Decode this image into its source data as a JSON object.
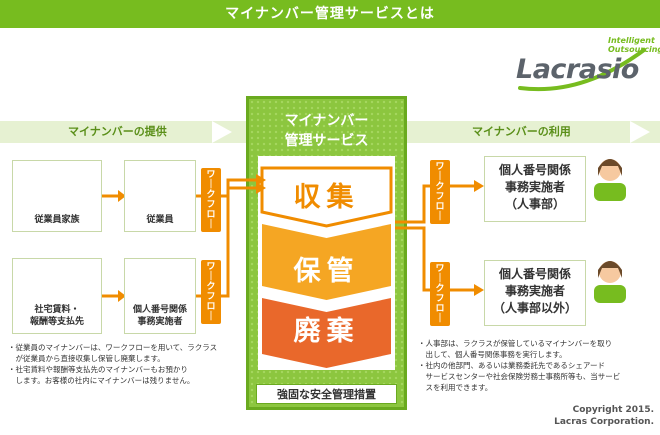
{
  "header": {
    "title": "マイナンバー管理サービスとは"
  },
  "logo": {
    "tagline_1": "Intelligent",
    "tagline_2": "Outsourcing",
    "word": "Lacrasio"
  },
  "bands": {
    "left_label": "マイナンバーの提供",
    "right_label": "マイナンバーの利用"
  },
  "center": {
    "title_line1": "マイナンバー",
    "title_line2": "管理サービス",
    "stages": [
      "収集",
      "保管",
      "廃棄"
    ],
    "footer": "強固な安全管理措置"
  },
  "workflow_label": "ワークフロー",
  "left": {
    "family": "従業員家族",
    "employee": "従業員",
    "payee_line1": "社宅賃料・",
    "payee_line2": "報酬等支払先",
    "handler_line1": "個人番号関係",
    "handler_line2": "事務実施者"
  },
  "right": {
    "box1": [
      "個人番号関係",
      "事務実施者",
      "（人事部）"
    ],
    "box2": [
      "個人番号関係",
      "事務実施者",
      "（人事部以外）"
    ]
  },
  "notes_left": [
    "・従業員のマイナンバーは、ワークフローを用いて、ラクラス",
    "　が従業員から直接収集し保管し廃棄します。",
    "・社宅賃料や報酬等支払先のマイナンバーもお預かり",
    "　します。お客様の社内にマイナンバーは残りません。"
  ],
  "notes_right": [
    "・人事部は、ラクラスが保管しているマイナンバーを取り",
    "　出して、個人番号関係事務を実行します。",
    "・社内の他部門、あるいは業務委託先であるシェアード",
    "　サービスセンターや社会保険労務士事務所等も、当サービ",
    "　スを利用できます。"
  ],
  "copyright": {
    "line1": "Copyright 2015.",
    "line2": "Lacras Corporation."
  },
  "colors": {
    "green": "#77bc1f",
    "orange": "#f08c00",
    "dark_orange": "#e06a10",
    "light_green": "#e6f1d2"
  }
}
